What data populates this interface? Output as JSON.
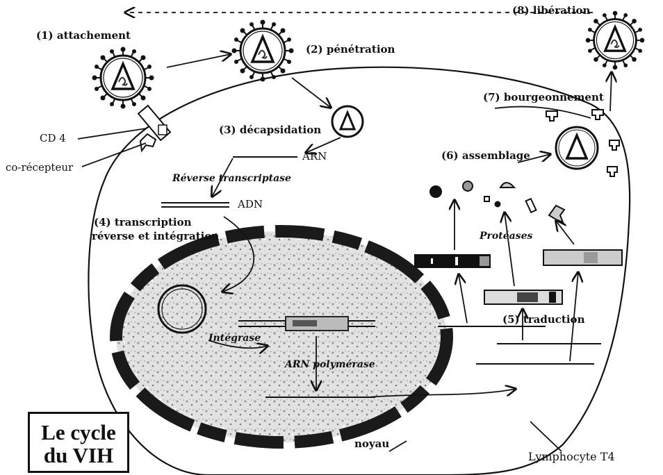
{
  "title": {
    "line1": "Le cycle",
    "line2": "du VIH"
  },
  "steps": {
    "s1": "(1) attachement",
    "s2": "(2) pénétration",
    "s3": "(3) décapsidation",
    "s4a": "(4) transcription",
    "s4b": "réverse et intégration",
    "s5": "(5) traduction",
    "s6": "(6) assemblage",
    "s7": "(7) bourgeonnement",
    "s8": "(8) libération"
  },
  "labels": {
    "cd4": "CD 4",
    "coreceptor": "co-récepteur",
    "arn": "ARN",
    "adn": "ADN",
    "noyau": "noyau",
    "cell": "Lymphocyte T4"
  },
  "enzymes": {
    "rt": "Réverse transcriptase",
    "integrase": "Intégrase",
    "polymerase": "ARN polymérase",
    "proteases": "Protéases"
  },
  "colors": {
    "ink": "#111111",
    "nucleus_fill": "#d9d9d9",
    "nucleus_border": "#1a1a1a"
  }
}
